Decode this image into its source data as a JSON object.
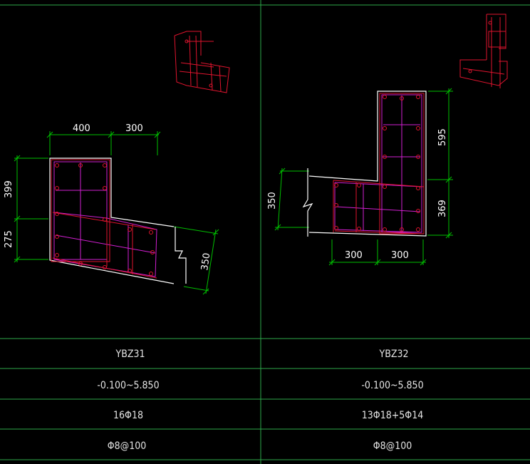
{
  "panels": [
    {
      "name": "YBZ31",
      "dimensions": {
        "top_left": "400",
        "top_right": "300",
        "left_upper": "399",
        "left_lower": "275",
        "right_edge": "350"
      }
    },
    {
      "name": "YBZ32",
      "dimensions": {
        "left_edge": "350",
        "right_upper": "595",
        "right_lower": "369",
        "bottom_left": "300",
        "bottom_right": "300"
      }
    }
  ],
  "table": {
    "rows": [
      [
        "YBZ31",
        "YBZ32"
      ],
      [
        "-0.100~5.850",
        "-0.100~5.850"
      ],
      [
        "16Φ18",
        "13Φ18+5Φ14"
      ],
      [
        "Φ8@100",
        "Φ8@100"
      ]
    ]
  },
  "colors": {
    "background": "#000000",
    "grid": "#2ea84a",
    "outline": "#ffffff",
    "rebar_main": "#e0142e",
    "rebar_tie": "#d21fd2",
    "dimension": "#00c000"
  }
}
